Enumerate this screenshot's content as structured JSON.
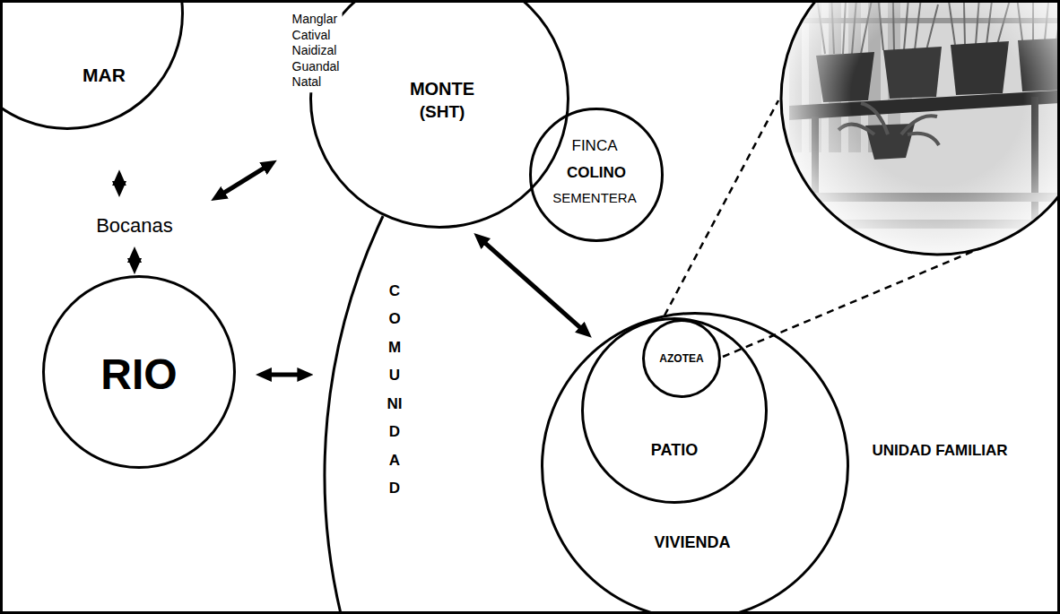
{
  "diagram": {
    "nodes": [
      {
        "text": [
          "MAR"
        ]
      },
      {
        "text": [
          "Manglar Catival Naidizal Guandal Natal",
          "MONTE",
          "(SHT)"
        ]
      },
      {
        "text": [
          "FINCA",
          "COLINO",
          "SEMENTERA"
        ]
      },
      {
        "text": [
          "Bocanas"
        ]
      },
      {
        "text": [
          "RIO"
        ]
      },
      {
        "text": [
          "COMUNIDAD"
        ]
      },
      {
        "text": [
          "UNIDAD FAMILIAR",
          "VIVIENDA"
        ],
        "in": 5
      },
      {
        "text": [
          "PATIO"
        ],
        "in": 6
      },
      {
        "text": [
          "AZOTEA"
        ],
        "in": 7
      }
    ],
    "edges": [
      {
        "from": 0,
        "to": 3,
        "arrow": "both"
      },
      {
        "from": 3,
        "to": 4,
        "arrow": "both"
      },
      {
        "from": 3,
        "to": 1,
        "arrow": "both"
      },
      {
        "from": 4,
        "to": 5,
        "arrow": "both"
      },
      {
        "from": 1,
        "to": 6,
        "arrow": "both"
      }
    ]
  }
}
